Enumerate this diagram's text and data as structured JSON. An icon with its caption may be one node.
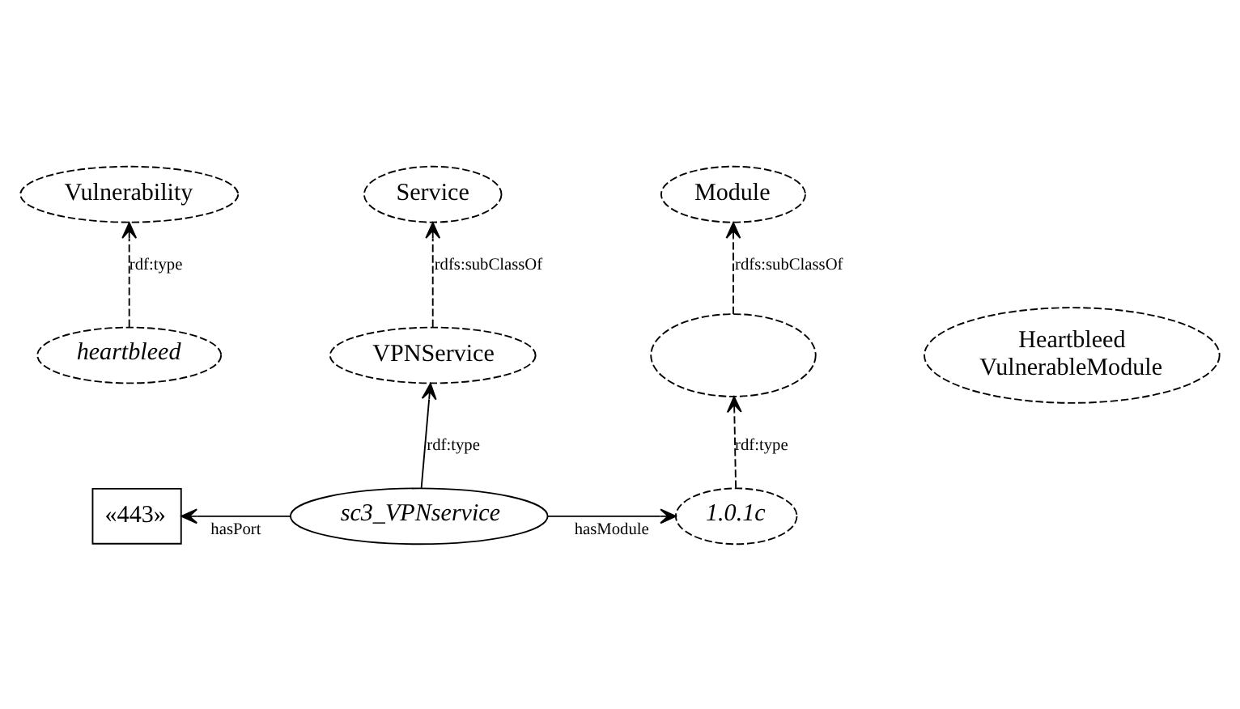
{
  "diagram": {
    "nodes": [
      {
        "text": [
          "Vulnerability"
        ]
      },
      {
        "text": [
          "Service"
        ]
      },
      {
        "text": [
          "Module"
        ]
      },
      {
        "text": [
          "heartbleed"
        ]
      },
      {
        "text": [
          "VPNService"
        ]
      },
      {
        "text": [],
        "shape": "ellipse"
      },
      {
        "text": [
          "Heartbleed VulnerableModule"
        ]
      },
      {
        "text": [
          "«443»"
        ]
      },
      {
        "text": [
          "sc3_VPNservice"
        ]
      },
      {
        "text": [
          "1.0.1c"
        ]
      }
    ],
    "edges": [
      {
        "from": 3,
        "to": 0,
        "arrow": "to",
        "label": "rdf:type",
        "style": "dashed"
      },
      {
        "from": 4,
        "to": 1,
        "arrow": "to",
        "label": "rdfs:subClassOf",
        "style": "dashed"
      },
      {
        "from": 5,
        "to": 2,
        "arrow": "to",
        "label": "rdfs:subClassOf",
        "style": "dashed"
      },
      {
        "from": 8,
        "to": 4,
        "arrow": "to",
        "label": "rdf:type"
      },
      {
        "from": 9,
        "to": 5,
        "arrow": "to",
        "label": "rdf:type",
        "style": "dashed"
      },
      {
        "from": 8,
        "to": 7,
        "arrow": "to",
        "label": "hasPort"
      },
      {
        "from": 8,
        "to": 9,
        "arrow": "to",
        "label": "hasModule"
      }
    ]
  }
}
